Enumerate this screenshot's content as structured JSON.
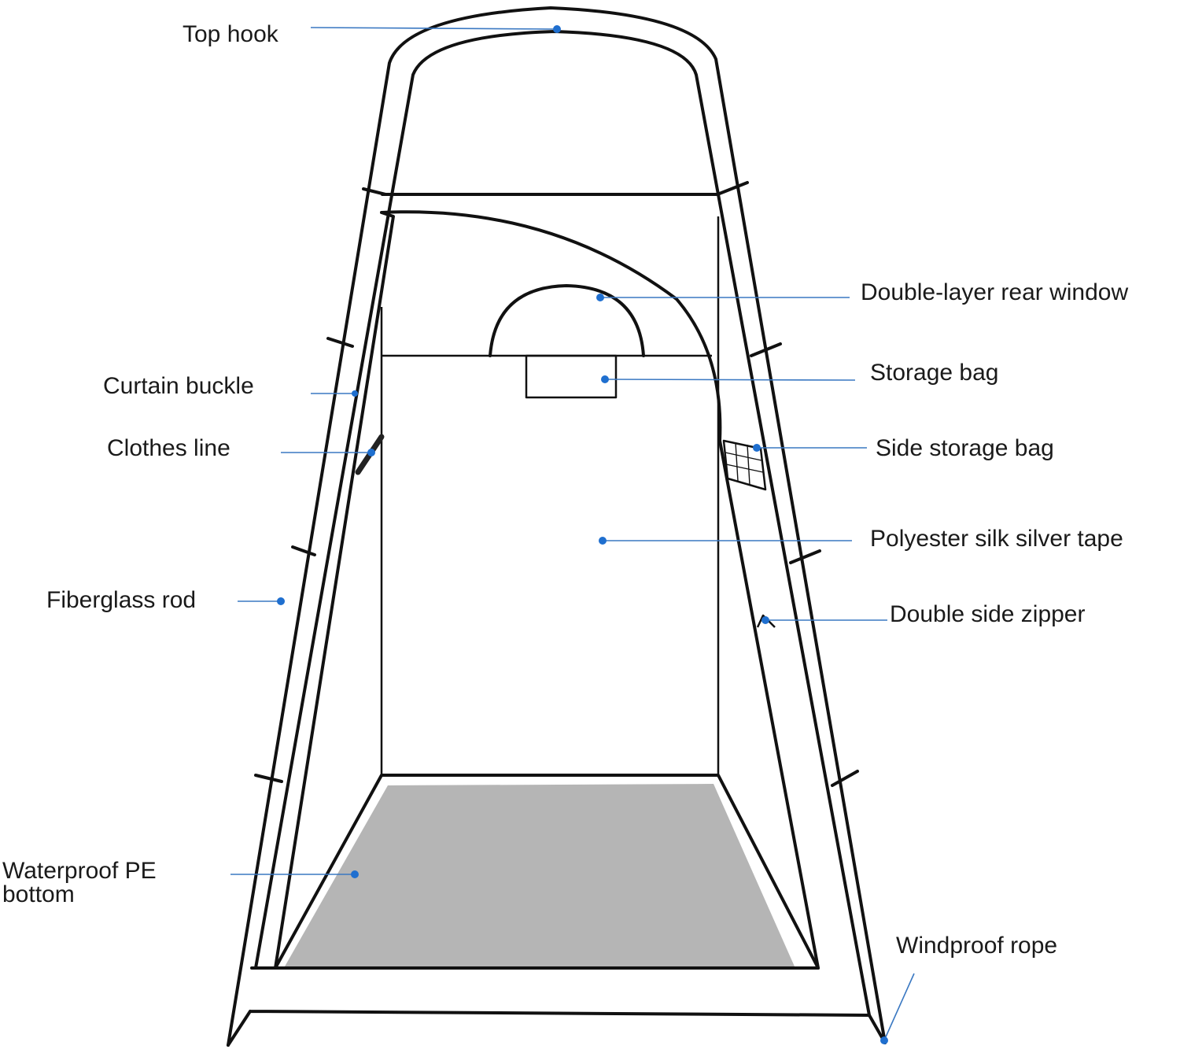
{
  "diagram": {
    "labels": {
      "top_hook": "Top hook",
      "double_layer_rear_window": "Double-layer rear window",
      "storage_bag": "Storage bag",
      "curtain_buckle": "Curtain buckle",
      "clothes_line": "Clothes line",
      "side_storage_bag": "Side storage bag",
      "polyester_silk_silver_tape": "Polyester silk silver tape",
      "fiberglass_rod": "Fiberglass rod",
      "double_side_zipper": "Double side zipper",
      "waterproof_pe_bottom": "Waterproof PE bottom",
      "windproof_rope": "Windproof rope"
    },
    "colors": {
      "leader_line": "#3a78c2",
      "marker_dot": "#1f6fcf",
      "outline": "#111111",
      "floor": "#b5b5b5"
    }
  }
}
